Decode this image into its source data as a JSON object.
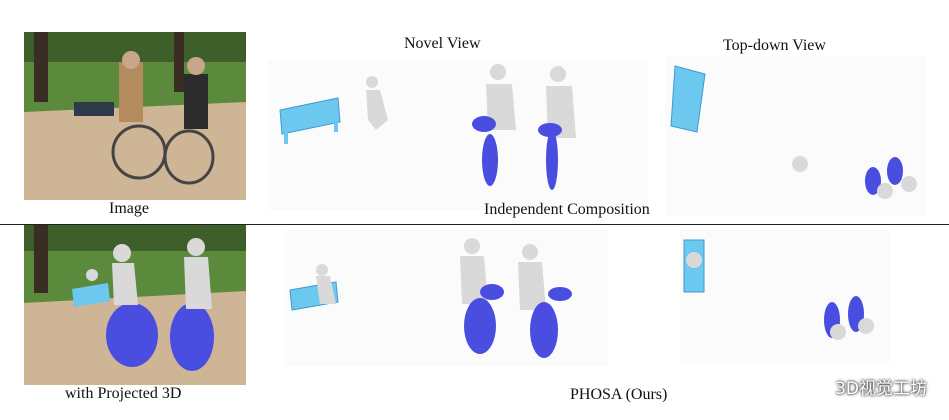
{
  "figure": {
    "row1": {
      "image_caption": "Image",
      "novel_view_title": "Novel View",
      "topdown_view_title": "Top-down View",
      "row_caption": "Independent Composition"
    },
    "row2": {
      "image_caption": "with Projected 3D",
      "row_caption": "PHOSA (Ours)"
    },
    "colors": {
      "bench": "#6cc8ee",
      "bicycle": "#4a4ee0",
      "human": "#d9d9d9",
      "grass": "#4f7a35",
      "path": "#c9b08f"
    }
  },
  "watermark": {
    "text": "3D视觉工坊",
    "icon": "wechat-icon"
  }
}
